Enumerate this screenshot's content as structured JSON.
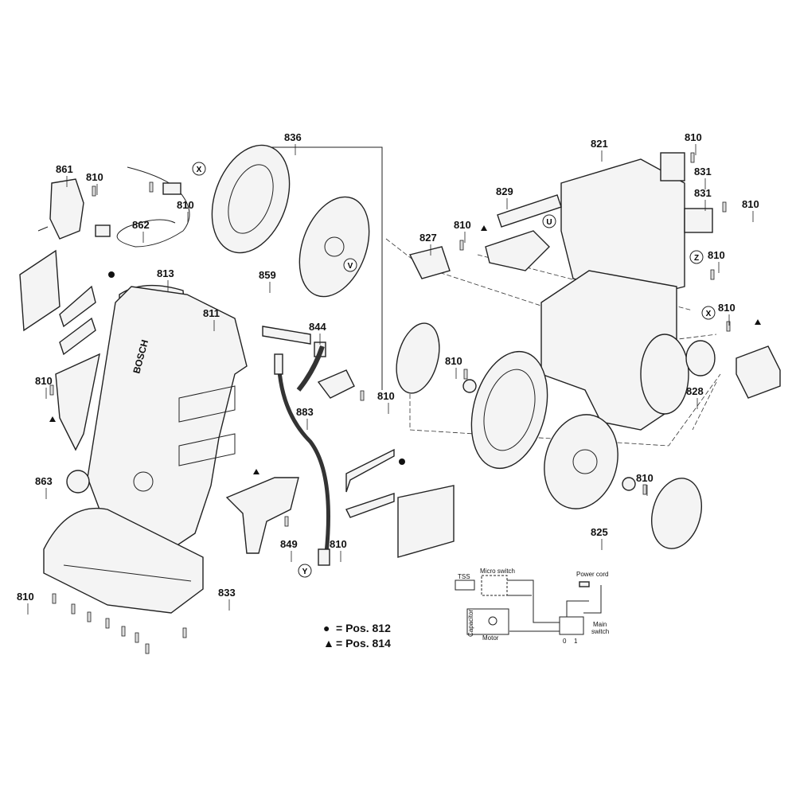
{
  "diagram": {
    "callouts": [
      "836",
      "861",
      "810",
      "862",
      "821",
      "810",
      "831",
      "829",
      "831",
      "810",
      "810",
      "827",
      "813",
      "859",
      "811",
      "844",
      "810",
      "810",
      "828",
      "810",
      "883",
      "810",
      "863",
      "810",
      "825",
      "810",
      "849",
      "810",
      "833",
      "810",
      "810"
    ],
    "reference_letters": [
      "X",
      "U",
      "V",
      "Z",
      "X",
      "Y"
    ],
    "brand_marking": "BOSCH",
    "legend": [
      {
        "symbol": "●",
        "text": "= Pos. 812"
      },
      {
        "symbol": "▲",
        "text": "= Pos. 814"
      }
    ],
    "wiring": {
      "tss": "TSS",
      "micro_switch": "Micro switch",
      "power_cord": "Power cord",
      "capacitor": "Capacitor",
      "motor": "Motor",
      "main_switch_line1": "Main",
      "main_switch_line2": "switch",
      "pos_0": "0",
      "pos_1": "1"
    }
  }
}
